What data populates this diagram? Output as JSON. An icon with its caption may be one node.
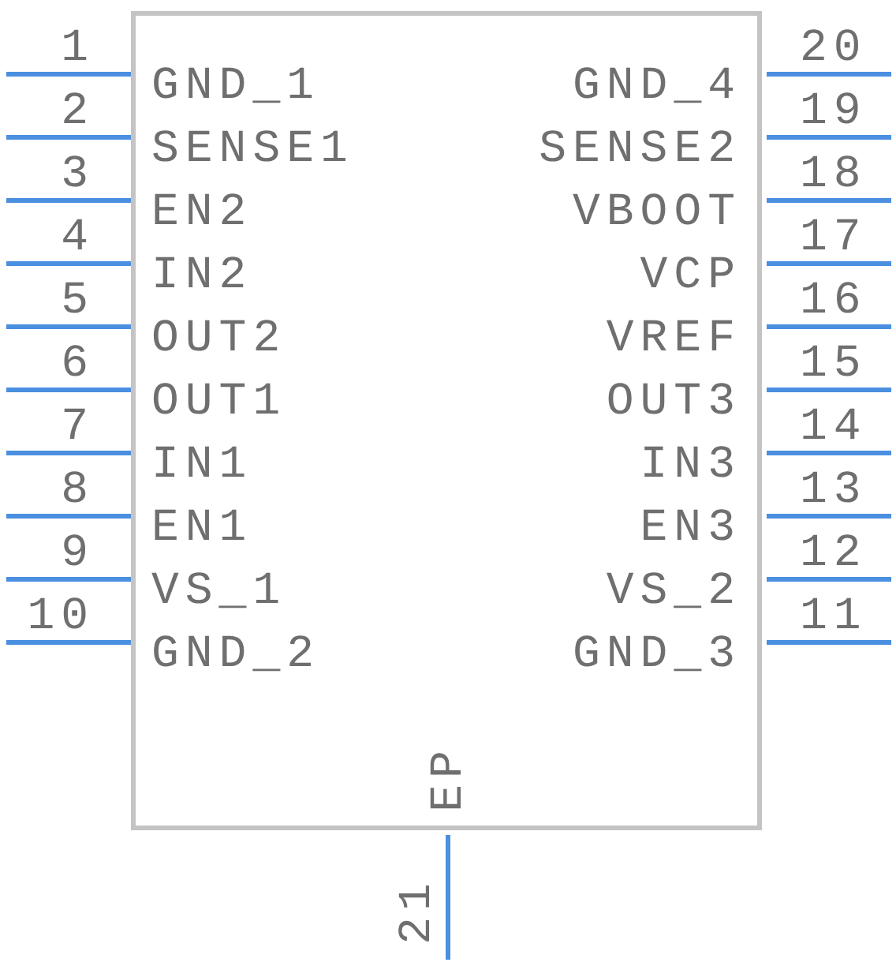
{
  "diagram": {
    "labels": [
      "1",
      "GND_1",
      "GND_4",
      "20",
      "2",
      "SENSE1",
      "SENSE2",
      "19",
      "3",
      "EN2",
      "VBOOT",
      "18",
      "4",
      "IN2",
      "VCP",
      "17",
      "5",
      "OUT2",
      "VREF",
      "16",
      "6",
      "OUT1",
      "OUT3",
      "15",
      "7",
      "IN1",
      "IN3",
      "14",
      "8",
      "EN1",
      "EN3",
      "13",
      "9",
      "VS_1",
      "VS_2",
      "12",
      "10",
      "GND_2",
      "GND_3",
      "11",
      "EP",
      "21"
    ]
  }
}
